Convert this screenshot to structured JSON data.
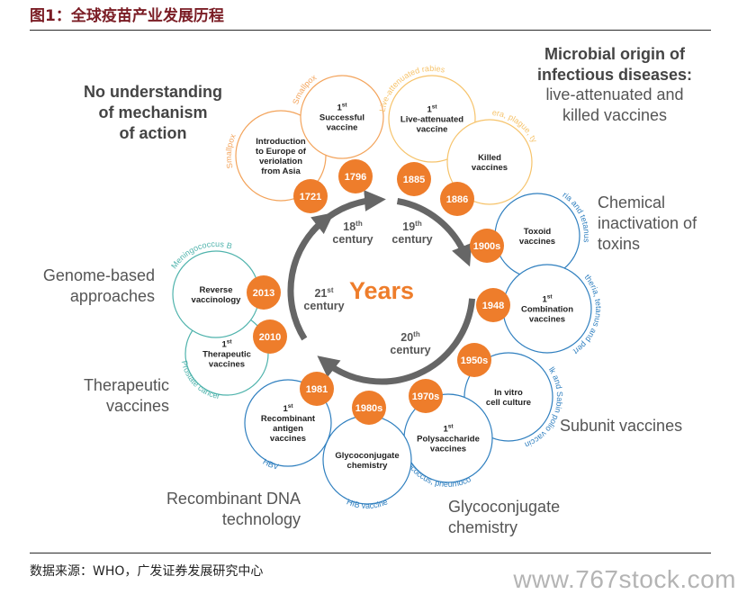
{
  "header": {
    "title": "图1：全球疫苗产业发展历程",
    "source": "数据来源：WHO，广发证券发展研究中心",
    "watermark": "www.767stock.com"
  },
  "diagram": {
    "center": "Years",
    "centuries": [
      {
        "id": "c18",
        "num": "18",
        "sup": "th",
        "word": "century"
      },
      {
        "id": "c19",
        "num": "19",
        "sup": "th",
        "word": "century"
      },
      {
        "id": "c20",
        "num": "20",
        "sup": "th",
        "word": "century"
      },
      {
        "id": "c21",
        "num": "21",
        "sup": "st",
        "word": "century"
      }
    ],
    "category_labels": [
      {
        "id": "no-mech",
        "lines": [
          "No understanding",
          "of mechanism",
          "of action"
        ],
        "bold": true
      },
      {
        "id": "microbial",
        "lines": [
          "Microbial origin of",
          "infectious diseases:"
        ],
        "bold": true
      },
      {
        "id": "microbial-sub",
        "lines": [
          "live-attenuated and",
          "killed vaccines"
        ],
        "bold": false
      },
      {
        "id": "chemical",
        "lines": [
          "Chemical",
          "inactivation of",
          "toxins"
        ],
        "bold": false
      },
      {
        "id": "subunit",
        "lines": [
          "Subunit vaccines"
        ],
        "bold": false
      },
      {
        "id": "glyco",
        "lines": [
          "Glycoconjugate",
          "chemistry"
        ],
        "bold": false
      },
      {
        "id": "recomb",
        "lines": [
          "Recombinant DNA",
          "technology"
        ],
        "bold": false
      },
      {
        "id": "therapeutic",
        "lines": [
          "Therapeutic",
          "vaccines"
        ],
        "bold": false
      },
      {
        "id": "genome",
        "lines": [
          "Genome-based",
          "approaches"
        ],
        "bold": false
      }
    ],
    "milestones": [
      {
        "id": "m1721",
        "year": "1721",
        "lines": [
          "Introduction",
          "to Europe of",
          "veriolation",
          "from Asia"
        ],
        "arc": "Smallpox",
        "color": "#f3a35a"
      },
      {
        "id": "m1796",
        "year": "1796",
        "num": "1",
        "sup": "st",
        "lines": [
          "Successful",
          "vaccine"
        ],
        "arc": "Smallpox",
        "color": "#f3a35a"
      },
      {
        "id": "m1885",
        "year": "1885",
        "num": "1",
        "sup": "st",
        "lines": [
          "Live-attenuated",
          "vaccine"
        ],
        "arc": "Live-attenuated rabies",
        "color": "#f6c36b"
      },
      {
        "id": "m1886",
        "year": "1886",
        "lines": [
          "Killed",
          "vaccines"
        ],
        "arc": "Cholera, plague, typhoid",
        "color": "#f6c36b"
      },
      {
        "id": "m1900s",
        "year": "1900s",
        "lines": [
          "Toxoid",
          "vaccines"
        ],
        "arc": "Diphtheria and tetanus toxoids",
        "color": "#2f7fbf"
      },
      {
        "id": "m1948",
        "year": "1948",
        "num": "1",
        "sup": "st",
        "lines": [
          "Combination",
          "vaccines"
        ],
        "arc": "Diphtheria, tetanus and pertussis",
        "color": "#2f7fbf"
      },
      {
        "id": "m1950s",
        "year": "1950s",
        "lines": [
          "In vitro",
          "cell culture"
        ],
        "arc": "Salk and Sabin polio vaccines",
        "color": "#2f7fbf"
      },
      {
        "id": "m1970s",
        "year": "1970s",
        "num": "1",
        "sup": "st",
        "lines": [
          "Polysaccharide",
          "vaccines"
        ],
        "arc": "Meningococcus, pneumococcus",
        "color": "#2f7fbf"
      },
      {
        "id": "m1980s",
        "year": "1980s",
        "lines": [
          "Glycoconjugate",
          "chemistry"
        ],
        "arc": "HIB vaccine",
        "color": "#2f7fbf"
      },
      {
        "id": "m1981",
        "year": "1981",
        "num": "1",
        "sup": "st",
        "lines": [
          "Recombinant",
          "antigen",
          "vaccines"
        ],
        "arc": "HBV",
        "color": "#2f7fbf"
      },
      {
        "id": "m2010",
        "year": "2010",
        "num": "1",
        "sup": "st",
        "lines": [
          "Therapeutic",
          "vaccines"
        ],
        "arc": "Prostate cancer",
        "color": "#4fb3ac"
      },
      {
        "id": "m2013",
        "year": "2013",
        "lines": [
          "Reverse",
          "vaccinology"
        ],
        "arc": "Meningococcus B",
        "color": "#4fb3ac"
      }
    ],
    "colors": {
      "accent_orange": "#ee7d2b",
      "cycle_arrow": "#666666",
      "title_red": "#7a1c24"
    }
  }
}
